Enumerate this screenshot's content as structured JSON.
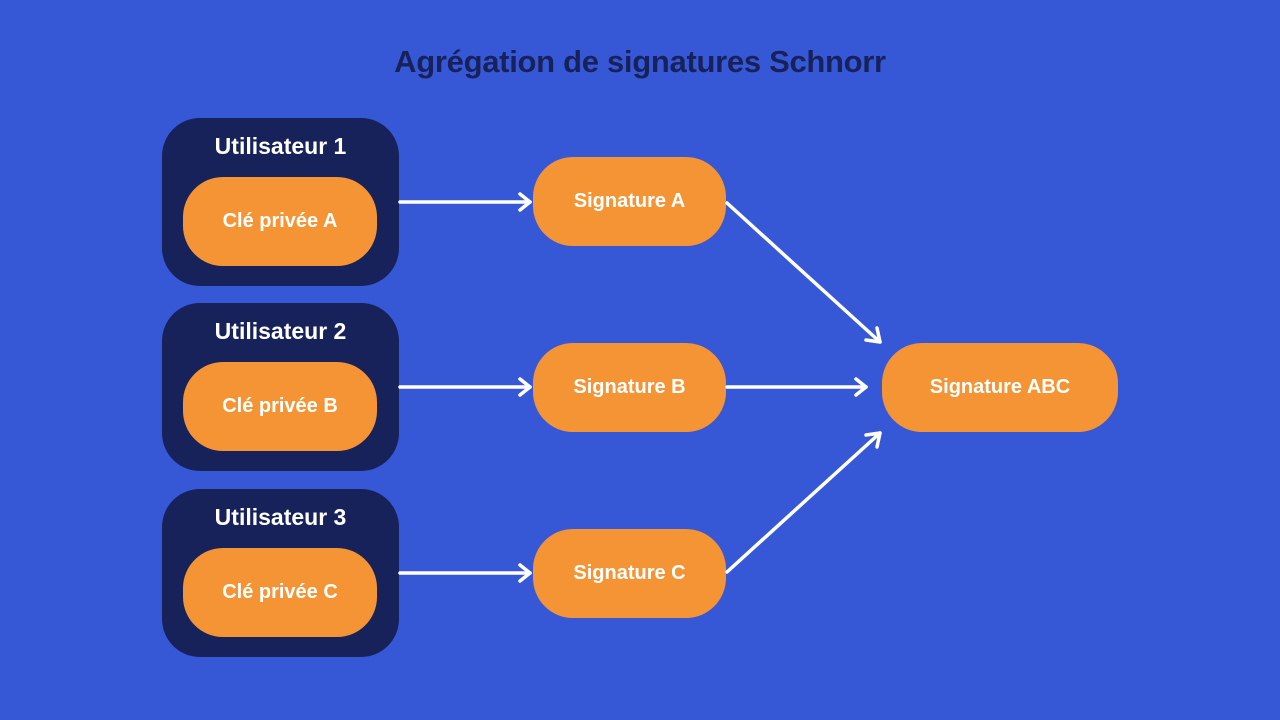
{
  "title": "Agrégation de signatures Schnorr",
  "users": [
    {
      "label": "Utilisateur 1",
      "key": "Clé privée A"
    },
    {
      "label": "Utilisateur 2",
      "key": "Clé privée B"
    },
    {
      "label": "Utilisateur 3",
      "key": "Clé privée C"
    }
  ],
  "signatures": [
    "Signature A",
    "Signature B",
    "Signature C"
  ],
  "aggregate": "Signature ABC",
  "colors": {
    "background": "#3758D6",
    "user_box": "#17225A",
    "pill": "#F59434",
    "text": "#FFFFFF",
    "arrow": "#FFFFFF"
  }
}
